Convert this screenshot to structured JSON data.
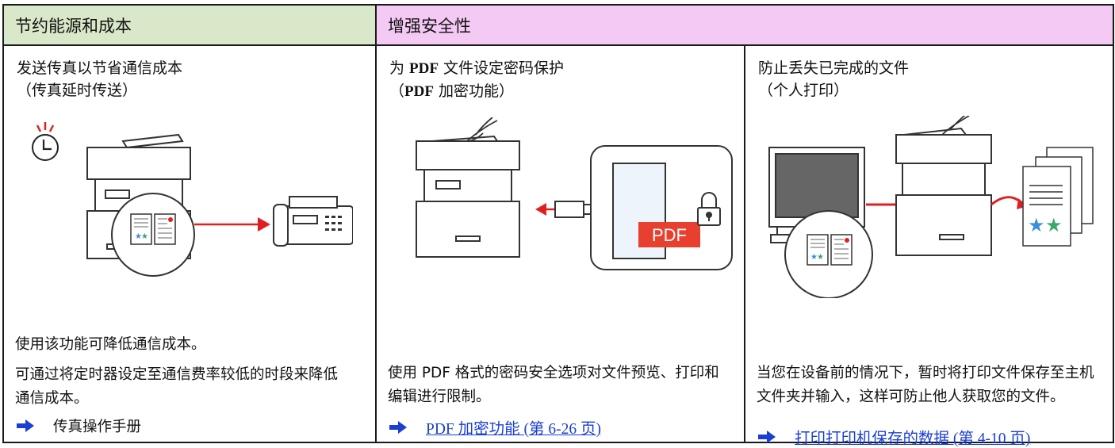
{
  "headers": {
    "left": "节约能源和成本",
    "right": "增强安全性"
  },
  "columns": [
    {
      "title_line1": "发送传真以节省通信成本",
      "title_line2": "（传真延时传送）",
      "desc": [
        "使用该功能可降低通信成本。",
        "可通过将定时器设定至通信费率较低的时段来降低通信成本。"
      ],
      "ref": "传真操作手册"
    },
    {
      "title_line1_pre": "为 ",
      "title_line1_bold": "PDF",
      "title_line1_post": " 文件设定密码保护",
      "title_line2_pre": "（",
      "title_line2_bold": "PDF",
      "title_line2_post": " 加密功能）",
      "desc": [
        "使用 PDF 格式的密码安全选项对文件预览、打印和编辑进行限制。"
      ],
      "ref": "PDF 加密功能 (第 6-26 页)",
      "pdf_badge": "PDF"
    },
    {
      "title_line1": "防止丢失已完成的文件",
      "title_line2": "（个人打印）",
      "desc": [
        "当您在设备前的情况下，暂时将打印文件保存至主机文件夹并输入，这样可防止他人获取您的文件。"
      ],
      "ref": "打印打印机保存的数据 (第 4-10 页)"
    }
  ],
  "colors": {
    "header_left": "#d8e8c8",
    "header_right": "#f4c9f4",
    "link": "#1a3fd1",
    "accent_red": "#e02020",
    "pdf_red": "#e8402f",
    "star_blue": "#3a8fd8",
    "star_green": "#3aa86a"
  }
}
